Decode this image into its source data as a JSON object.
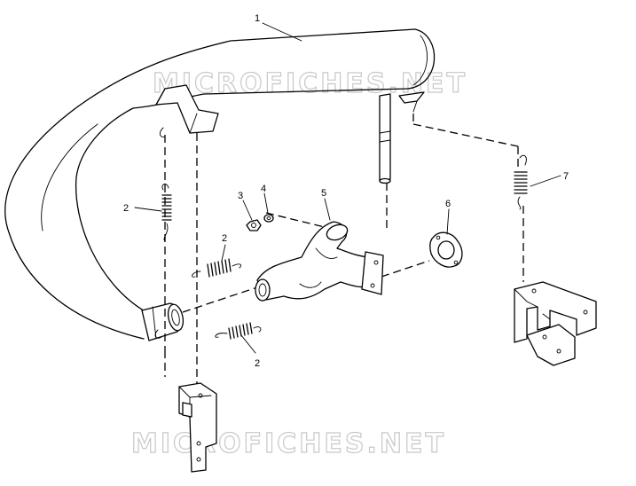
{
  "watermark": {
    "text": "MICROFICHES.NET"
  },
  "callouts": [
    {
      "id": "1",
      "label": "1"
    },
    {
      "id": "2a",
      "label": "2"
    },
    {
      "id": "2b",
      "label": "2"
    },
    {
      "id": "2c",
      "label": "2"
    },
    {
      "id": "3",
      "label": "3"
    },
    {
      "id": "4",
      "label": "4"
    },
    {
      "id": "5",
      "label": "5"
    },
    {
      "id": "6",
      "label": "6"
    },
    {
      "id": "7",
      "label": "7"
    }
  ]
}
